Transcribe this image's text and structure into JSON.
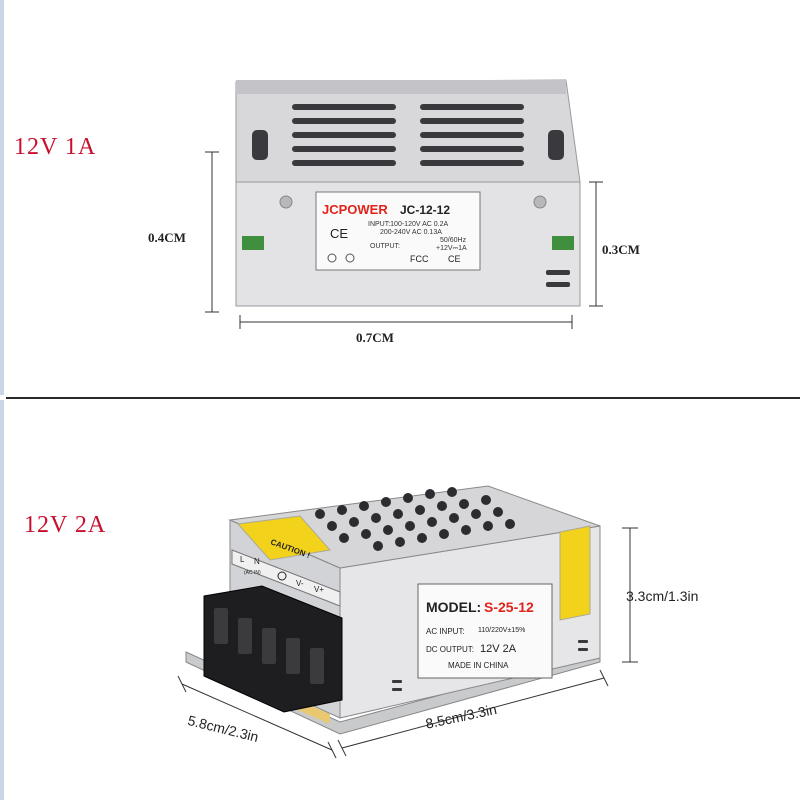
{
  "product1": {
    "title": "12V 1A",
    "dims": {
      "height": "0.4CM",
      "depth": "0.3CM",
      "width": "0.7CM"
    },
    "sticker": {
      "brand": "JCPOWER",
      "model": "JC-12-12",
      "input_line1": "INPUT:100-120V AC  0.2A",
      "input_line2": "200-240V AC  0.13A",
      "input_line3": "50/60Hz",
      "output_label": "OUTPUT:",
      "output_value": "+12V⎓1A",
      "ce": "CE",
      "fcc": "FCC",
      "ce_small": "CE"
    }
  },
  "product2": {
    "title": "12V 2A",
    "dims": {
      "height": "3.3cm/1.3in",
      "depth": "5.8cm/2.3in",
      "width": "8.5cm/3.3in"
    },
    "sticker": {
      "model_label": "MODEL:",
      "model_value": "S-25-12",
      "ac_label": "AC INPUT:",
      "ac_value": "110/220V±15%",
      "dc_label": "DC OUTPUT:",
      "dc_value": "12V 2A",
      "origin": "MADE IN CHINA"
    },
    "terminal_labels": {
      "l": "L",
      "n": "N",
      "acin": "(AC IN)",
      "vminus": "V-",
      "vplus": "V+"
    },
    "caution": "CAUTION !"
  },
  "colors": {
    "title_red": "#c8102e",
    "sticker_red": "#e2231a",
    "caution_yellow": "#f2d21b"
  }
}
